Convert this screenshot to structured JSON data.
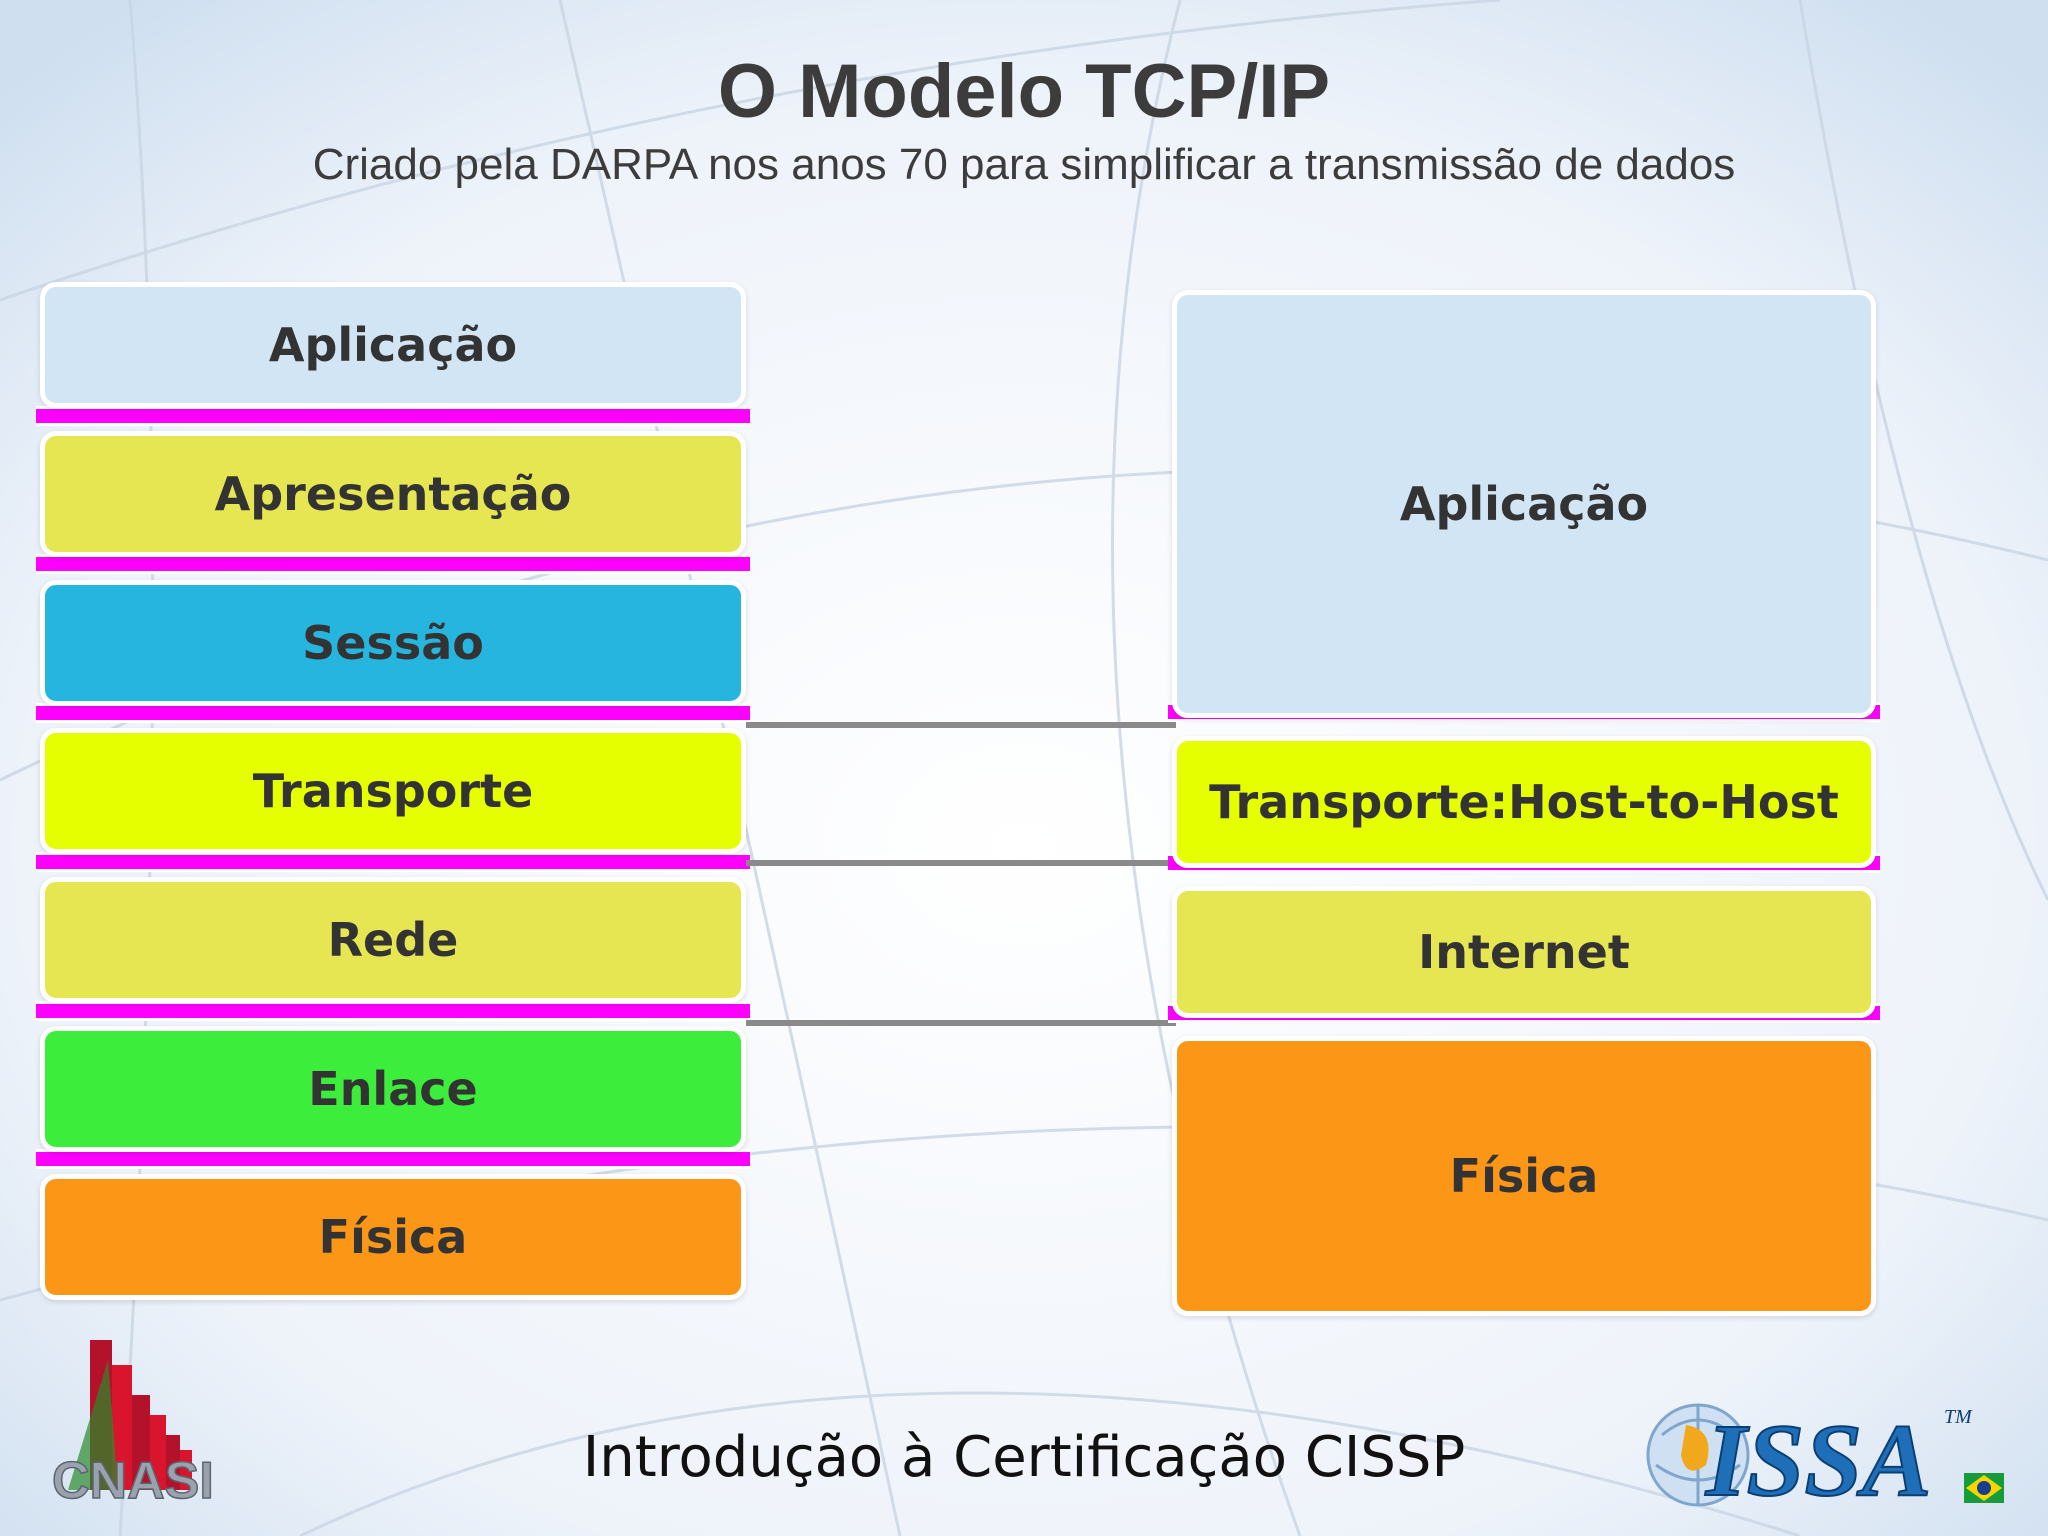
{
  "title": "O Modelo TCP/IP",
  "subtitle": "Criado pela DARPA nos anos 70 para simplificar a transmissão de dados",
  "osi_layers": [
    {
      "label": "Aplicação",
      "color": "#d2e5f5"
    },
    {
      "label": "Apresentação",
      "color": "#e6e653"
    },
    {
      "label": "Sessão",
      "color": "#26b5de"
    },
    {
      "label": "Transporte",
      "color": "#e5ff00"
    },
    {
      "label": "Rede",
      "color": "#e6e653"
    },
    {
      "label": "Enlace",
      "color": "#3ced3c"
    },
    {
      "label": "Física",
      "color": "#fb9617"
    }
  ],
  "tcpip_layers": [
    {
      "label": "Aplicação",
      "color": "#d2e5f5"
    },
    {
      "label": "Transporte:Host-to-Host",
      "color": "#e5ff00"
    },
    {
      "label": "Internet",
      "color": "#e6e653"
    },
    {
      "label": "Física",
      "color": "#fb9617"
    }
  ],
  "band_color": "#ff00ff",
  "footer": "Introdução à Certificação CISSP",
  "logos": {
    "left": "CNASI",
    "right": "ISSA",
    "right_tm": "TM"
  }
}
